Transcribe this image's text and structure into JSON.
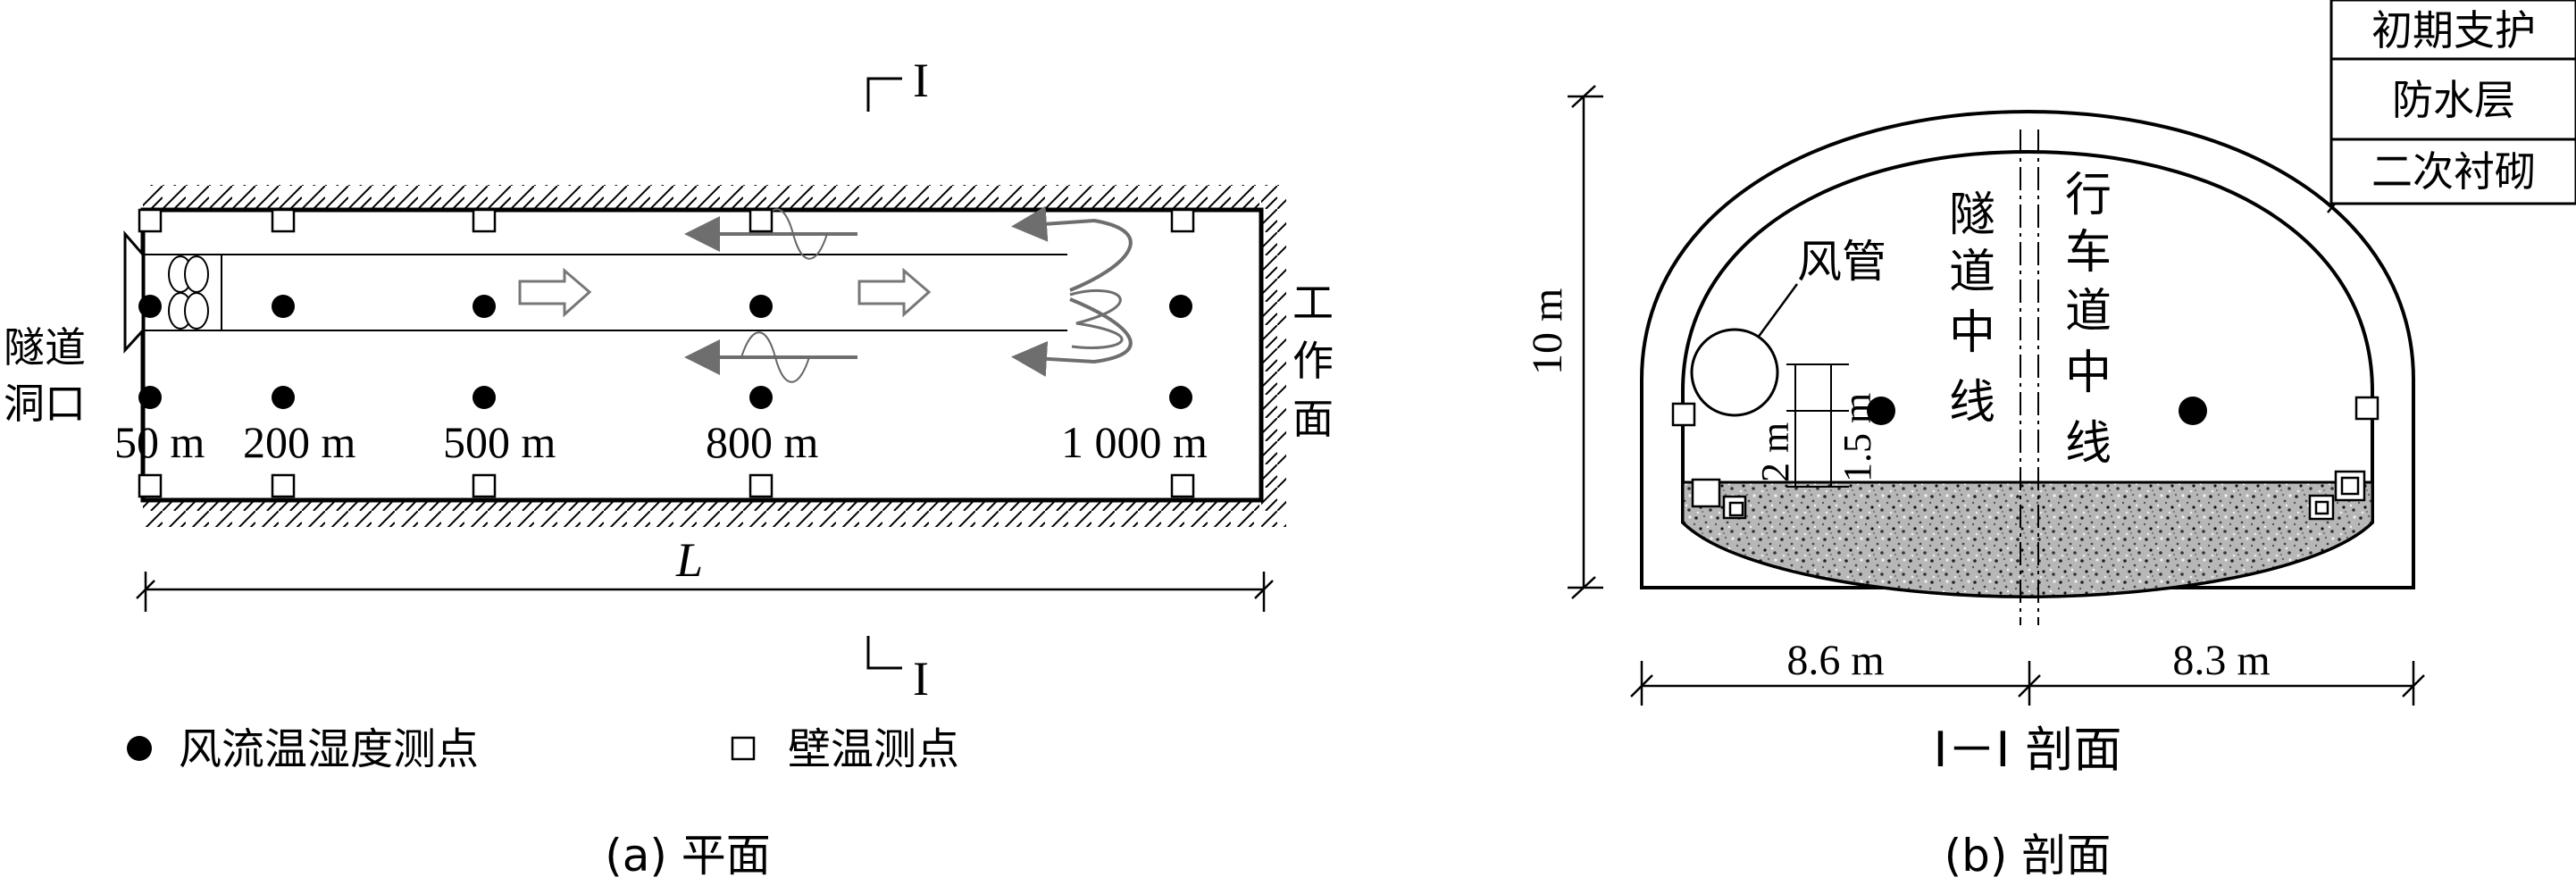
{
  "plan": {
    "portal_label_1": "隧道",
    "portal_label_2": "洞口",
    "face_label_chars": [
      "工",
      "作",
      "面"
    ],
    "distances": [
      "50 m",
      "200 m",
      "500 m",
      "800 m",
      "1 000 m"
    ],
    "length_label": "L",
    "section_mark_top": "I",
    "section_mark_bottom": "I",
    "caption": "(a) 平面"
  },
  "legend": {
    "air_points": "风流温湿度测点",
    "wall_points": "壁温测点"
  },
  "section": {
    "layers": [
      "初期支护",
      "防水层",
      "二次衬砌"
    ],
    "duct_label": "风管",
    "tunnel_centerline_chars": [
      "隧",
      "道",
      "中",
      "线"
    ],
    "lane_centerline_chars": [
      "行",
      "车",
      "道",
      "中",
      "线"
    ],
    "height_label": "10 m",
    "offset_2m": "2 m",
    "offset_15m": "1.5 m",
    "left_width": "8.6 m",
    "right_width": "8.3 m",
    "section_title": "I－I 剖面",
    "caption": "(b) 剖面"
  }
}
